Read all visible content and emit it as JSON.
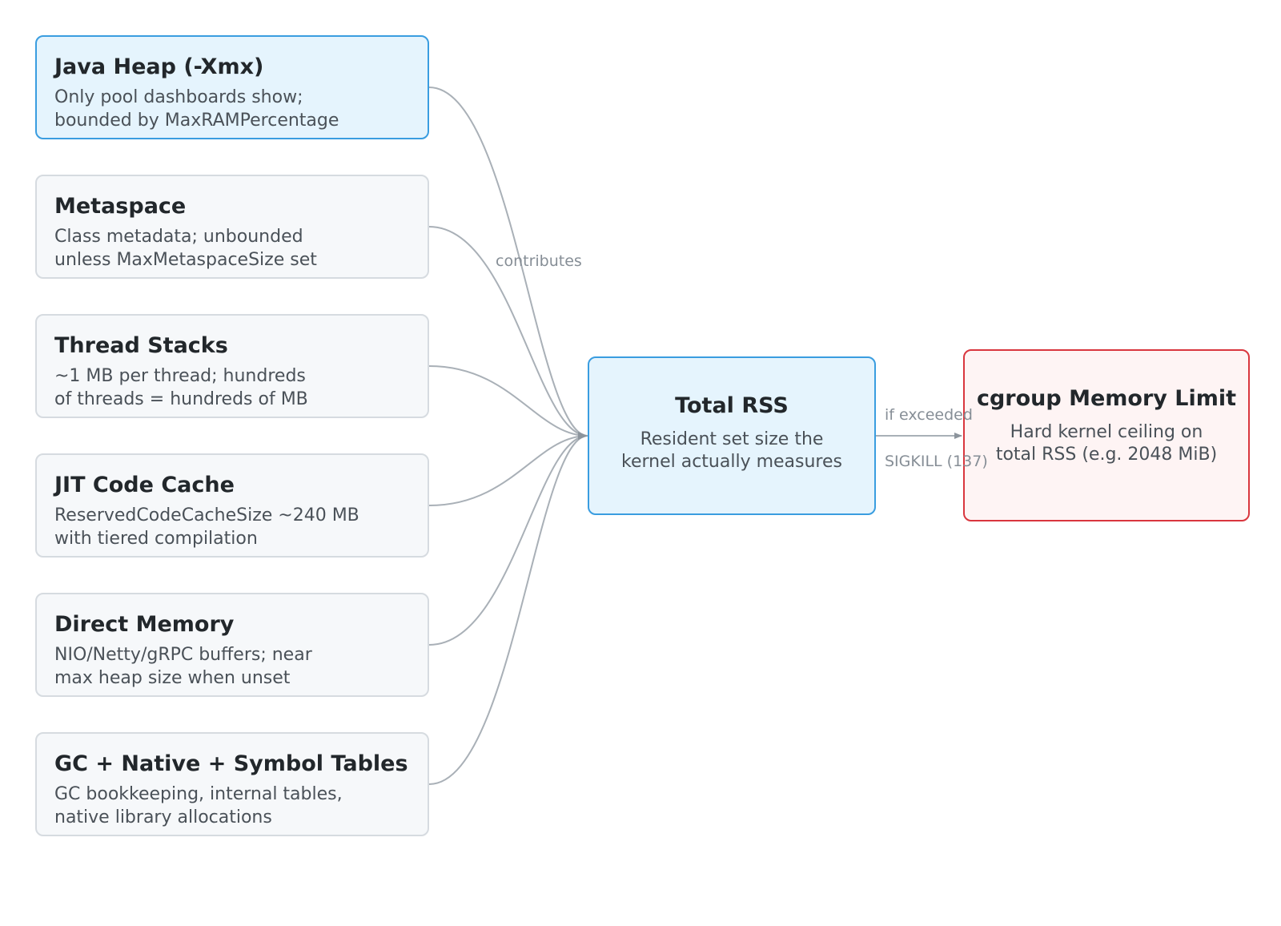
{
  "nodes": {
    "java_heap": {
      "title": "Java Heap (-Xmx)",
      "desc": [
        "Only pool dashboards show;",
        "bounded by MaxRAMPercentage"
      ]
    },
    "metaspace": {
      "title": "Metaspace",
      "desc": [
        "Class metadata; unbounded",
        "unless MaxMetaspaceSize set"
      ]
    },
    "thread_stacks": {
      "title": "Thread Stacks",
      "desc": [
        "~1 MB per thread; hundreds",
        "of threads = hundreds of MB"
      ]
    },
    "jit_code_cache": {
      "title": "JIT Code Cache",
      "desc": [
        "ReservedCodeCacheSize ~240 MB",
        "with tiered compilation"
      ]
    },
    "direct_memory": {
      "title": "Direct Memory",
      "desc": [
        "NIO/Netty/gRPC buffers; near",
        "max heap size when unset"
      ]
    },
    "gc_native": {
      "title": "GC + Native + Symbol Tables",
      "desc": [
        "GC bookkeeping, internal tables,",
        "native library allocations"
      ]
    },
    "total_rss": {
      "title": "Total RSS",
      "desc": [
        "Resident set size the",
        "kernel actually measures"
      ]
    },
    "cgroup_limit": {
      "title": "cgroup Memory Limit",
      "desc": [
        "Hard kernel ceiling on",
        "total RSS (e.g. 2048 MiB)"
      ]
    }
  },
  "edges": {
    "contributes_label": "contributes",
    "exceeded_label": "if exceeded",
    "sigkill_label": "SIGKILL (137)"
  },
  "colors": {
    "accent_blue": "#3a9de0",
    "danger_red": "#d9363e",
    "edge_gray": "#a9b0b7"
  }
}
